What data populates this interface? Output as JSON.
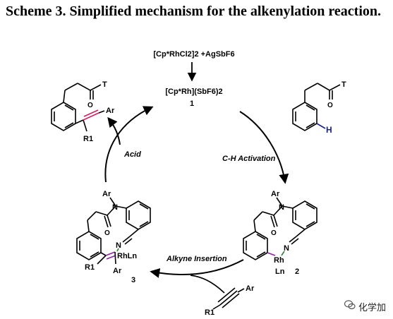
{
  "title": "Scheme 3. Simplified mechanism for the alkenylation reaction.",
  "catalyst": {
    "precursor": "[Cp*RhCl2]2 +AgSbF6",
    "active": "[Cp*Rh](SbF6)2",
    "label": "1"
  },
  "steps": {
    "ch_activation": "C-H Activation",
    "alkyne_insertion": "Alkyne Insertion",
    "acid": "Acid"
  },
  "substrate": {
    "T": "T",
    "H": "H",
    "O": "O"
  },
  "intermediate2": {
    "label": "2",
    "Ar": "Ar",
    "N": "N",
    "Rh": "Rh",
    "Ln": "Ln",
    "O": "O",
    "N_nitrile": "N"
  },
  "intermediate3": {
    "label": "3",
    "Ar": "Ar",
    "N": "N",
    "Rh": "RhLn",
    "O": "O",
    "N_nitrile": "N",
    "R1": "R1",
    "Ar2": "Ar"
  },
  "product": {
    "T": "T",
    "O": "O",
    "Ar": "Ar",
    "R1": "R1"
  },
  "alkyne": {
    "Ar": "Ar",
    "R1": "R1"
  },
  "watermark": "化学加",
  "colors": {
    "highlight_red": "#d81b60",
    "highlight_blue": "#1a237e",
    "highlight_green": "#2e7d32",
    "highlight_purple": "#8e24aa"
  }
}
